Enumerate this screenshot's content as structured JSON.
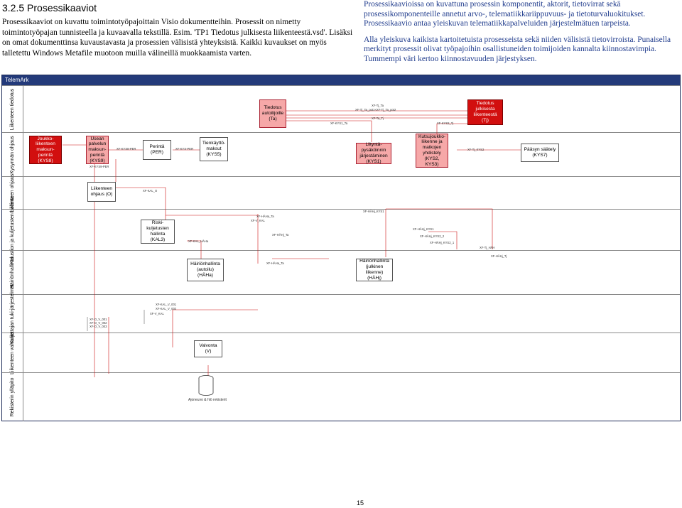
{
  "document": {
    "heading": "3.2.5 Prosessikaaviot",
    "intro": [
      "Prosessikaaviot on kuvattu toimintotyöpajoittain Visio dokumentteihin. Prosessit on nimetty toimintotyöpajan tunnisteella ja kuvaavalla tekstillä. Esim. 'TP1 Tiedotus julkisesta liikenteestä.vsd'. Lisäksi on omat dokumenttinsa kuvaustavasta ja prosessien välisistä yhteyksistä. Kaikki kuvaukset on myös talletettu Windows Metafile muotoon muilla välineillä muokkaamista varten."
    ],
    "right_paragraphs": [
      "Prosessikaavioissa on kuvattuna prosessin komponentit, aktorit, tietovirrat sekä prosessikomponenteille annetut arvo-, telematiikkariippuvuus- ja tietoturvaluokitukset. Prosessikaavio antaa yleiskuvan telematiikkapalveluiden järjestelmätuen tarpeista.",
      "Alla yleiskuva kaikista kartoitetuista prosesseista sekä niiden välisistä tietovirroista. Punaisella merkityt prosessit olivat työpajoihin osallistuneiden toimijoiden kannalta kiinnostavimpia. Tummempi väri kertoo kiinnostavuuden järjestyksen."
    ],
    "page_number": "15"
  },
  "diagram": {
    "title": "TelemArk",
    "lanes": [
      "Liikenteen tiedotus",
      "Kysynnän ohjaus",
      "Liikenteen ohjaus",
      "Kalustion ja kuljetusten hallinta",
      "Häiriönhallinta",
      "Kuljettajan tuki-järjestelmät",
      "Liikenteen valvonta",
      "Rekisterin ylläpito"
    ],
    "boxes": {
      "tiedotus_autoilijoille": "Tiedotus autoilijoille (Ta)",
      "tiedotus_julkisesta": "Tiedotus julkisesta liikenteestä (Tj)",
      "joukkoliikenteen": "Joukko-liikenteen maksun-perintä (KYS8)",
      "usean_palvelun": "Usean palvelun maksun-perintä (KYS9)",
      "perinta": "Perintä (PER)",
      "tienkaytto": "Tienkäyttö-maksut (KYS5)",
      "liityntapysakoinnin": "Liityntä-pysäköinnin järjestäminen (KYS1)",
      "kutsujoukkoliikenne": "Kutsujoukko-liikenne ja matkojen yhdistely (KYS2, KYS3)",
      "paasyn_saately": "Pääsyn säätely (KYS7)",
      "liikenteen_ohjaus": "Liikenteen ohjaus (O)",
      "riskikuljetusten": "Riski-kuljetusten hallinta (KAL3)",
      "hairionhallinta_autoilu": "Häiriönhallinta (autoilu) (HÄHa)",
      "hairionhallinta_julkinen": "Häiriönhallinta (julkinen liikenne) (HÄHj)",
      "valvonta": "Valvonta (V)",
      "rekisteri": "Ajoneuvo & hlö rekisterit"
    },
    "flows": {
      "f1": "XF-Tj_Ta",
      "f2": "XF-Tj_Ta_pot1<XF-Tj_Ta_pot2",
      "f3": "XF-Ta_Tj",
      "f4": "XF-KYS1_Ta",
      "f5": "XF-KYS2_Tj",
      "f6": "XF-KYS8-PER",
      "f7": "XF-KYS-PER",
      "f8": "XF-KYS9-PER",
      "f9": "XF-Tj_KYS2",
      "f10": "XF-KAL_O",
      "f11": "XF-HÄHj_KYS1",
      "f12": "XF-HÄHa_Ta",
      "f13": "XF-V_KAL",
      "f14": "XF-HÄHj_Ta",
      "f15": "XF-KAL_HÄHa",
      "f16": "XF-HÄHj_KYS1",
      "f17": "XF-HÄHj_KYS2_2",
      "f18": "XF-HÄHj_KYS2_1",
      "f19": "XF-Tj_HÄH",
      "f20": "XF-HÄHj_Tj",
      "f21": "XF-HÄHa_Ta",
      "f22": "XF-KAL_V_001",
      "f23": "XF-KAL_V_002",
      "f24": "XF-V_KAL",
      "f25": "XF-O_V_001",
      "f26": "XF-O_V_002",
      "f27": "XF-O_V_003"
    }
  },
  "colors": {
    "red": "#d20f0f",
    "pink": "#f6a8a8",
    "header": "#233a7a",
    "text_blue": "#1f3b8c"
  }
}
